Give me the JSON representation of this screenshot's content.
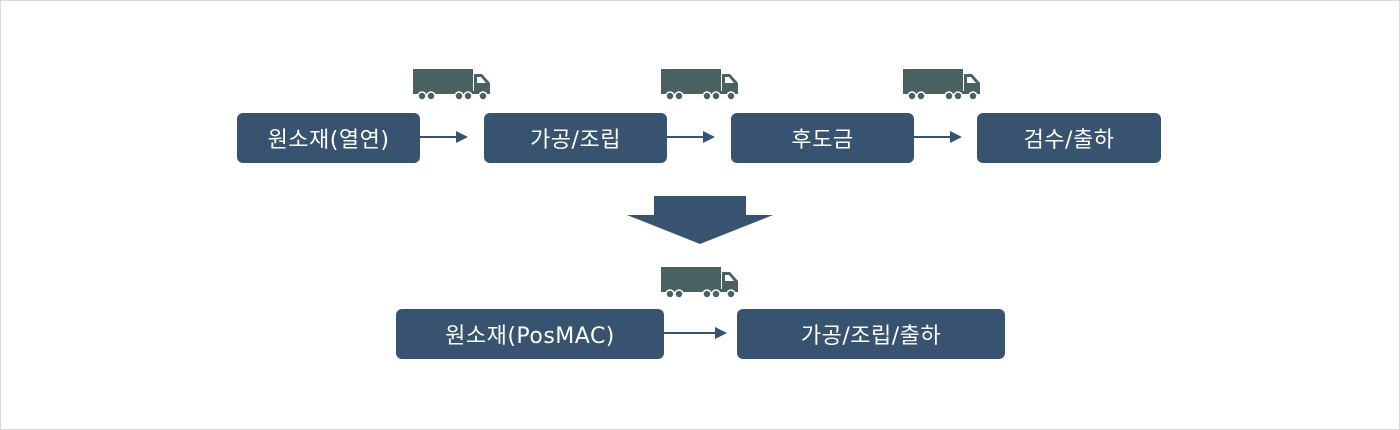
{
  "flow_before": {
    "steps": [
      "원소재(열연)",
      "가공/조립",
      "후도금",
      "검수/출하"
    ]
  },
  "flow_after": {
    "steps": [
      "원소재(PosMAC)",
      "가공/조립/출하"
    ]
  },
  "icons": {
    "truck": "truck-icon",
    "down_arrow": "down-arrow-icon"
  },
  "colors": {
    "box": "#37536f",
    "truck": "#4a6161"
  }
}
